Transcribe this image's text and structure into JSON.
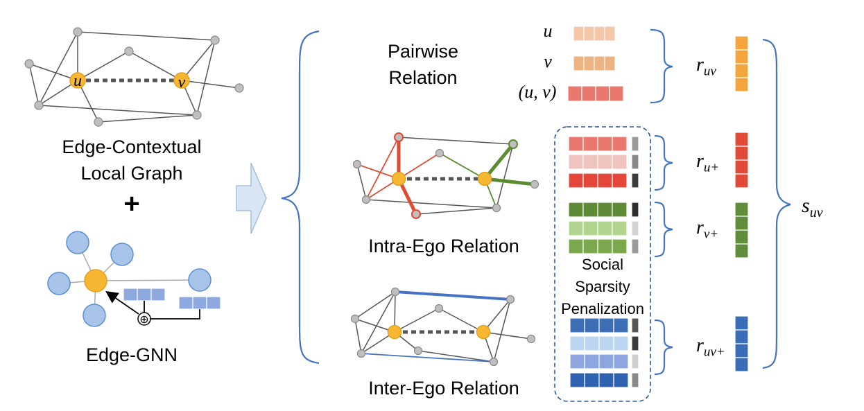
{
  "left": {
    "graph_caption_line1": "Edge-Contextual",
    "graph_caption_line2": "Local Graph",
    "plus": "+",
    "gnn_caption": "Edge-GNN",
    "node_u": "u",
    "node_v": "v",
    "aggregate_symbol": "⊕"
  },
  "middle": {
    "pairwise_line1": "Pairwise",
    "pairwise_line2": "Relation",
    "intra_ego": "Intra-Ego Relation",
    "inter_ego": "Inter-Ego Relation",
    "pairwise_u": "u",
    "pairwise_v": "v",
    "pairwise_uv": "(u, v)"
  },
  "penalty": {
    "line1": "Social",
    "line2": "Sparsity",
    "line3": "Penalization"
  },
  "right": {
    "r_uv": "uv",
    "r_u_plus": "u+",
    "r_v_plus": "v+",
    "r_uv_plus": "uv+",
    "r_symbol": "r",
    "s_symbol": "s",
    "s_sub": "uv"
  },
  "colors": {
    "orange_node": "#f7b733",
    "gray_node": "#bfbfbf",
    "blue_node": "#9dc3e6",
    "brace_blue": "#4472c4",
    "red_edge": "#e04b34",
    "green_edge": "#5b8c32",
    "blue_edge": "#4472c4",
    "vec_peach": "#f4c7a9",
    "vec_tan": "#eeb383",
    "vec_salmon": "#e9786e",
    "vec_orange": "#f4a63c",
    "vec_red1": "#e9786e",
    "vec_red2": "#f0c4be",
    "vec_red3": "#e4473a",
    "vec_red_out": "#e04a37",
    "vec_green1": "#5f8a35",
    "vec_green2": "#b1d48f",
    "vec_green3": "#7ba74d",
    "vec_green_out": "#5f8d39",
    "vec_blue1": "#3d6db5",
    "vec_blue2": "#bcd6f0",
    "vec_blue3": "#8ea6df",
    "vec_blue4": "#2f62b0",
    "vec_blue_out": "#3a6db8",
    "gnn_vec": "#8ea9e0"
  }
}
